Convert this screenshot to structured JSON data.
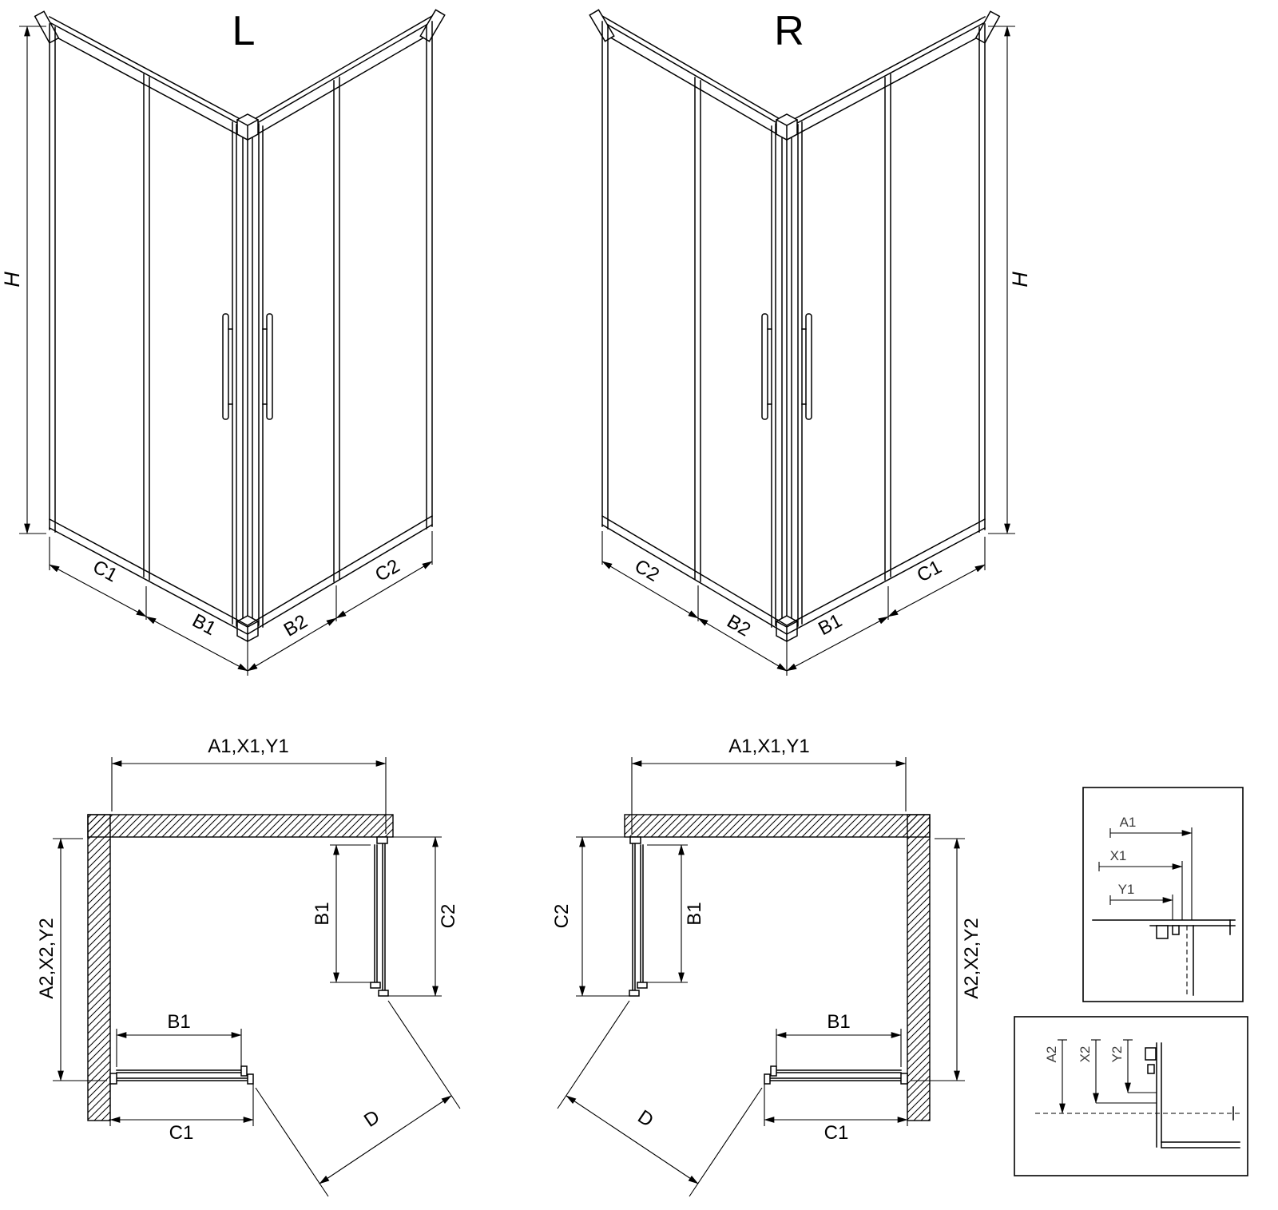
{
  "drawing": {
    "iso_left": {
      "variant_label": "L",
      "height_label": "H",
      "left_dims": [
        "C1",
        "B1"
      ],
      "right_dims": [
        "B2",
        "C2"
      ]
    },
    "iso_right": {
      "variant_label": "R",
      "height_label": "H",
      "left_dims": [
        "C2",
        "B2"
      ],
      "right_dims": [
        "B1",
        "C1"
      ]
    },
    "plan_left": {
      "width_label": "A1,X1,Y1",
      "depth_label": "A2,X2,Y2",
      "door_width_label": "B1",
      "panel_width_label": "C2",
      "bottom_door_label": "B1",
      "bottom_panel_label": "C1",
      "diagonal_label": "D"
    },
    "plan_right": {
      "width_label": "A1,X1,Y1",
      "depth_label": "A2,X2,Y2",
      "door_width_label": "B1",
      "panel_width_label": "C2",
      "bottom_door_label": "B1",
      "bottom_panel_label": "C1",
      "diagonal_label": "D"
    },
    "detail_horizontal": {
      "labels": [
        "A1",
        "X1",
        "Y1"
      ]
    },
    "detail_vertical": {
      "labels": [
        "A2",
        "X2",
        "Y2"
      ]
    }
  }
}
